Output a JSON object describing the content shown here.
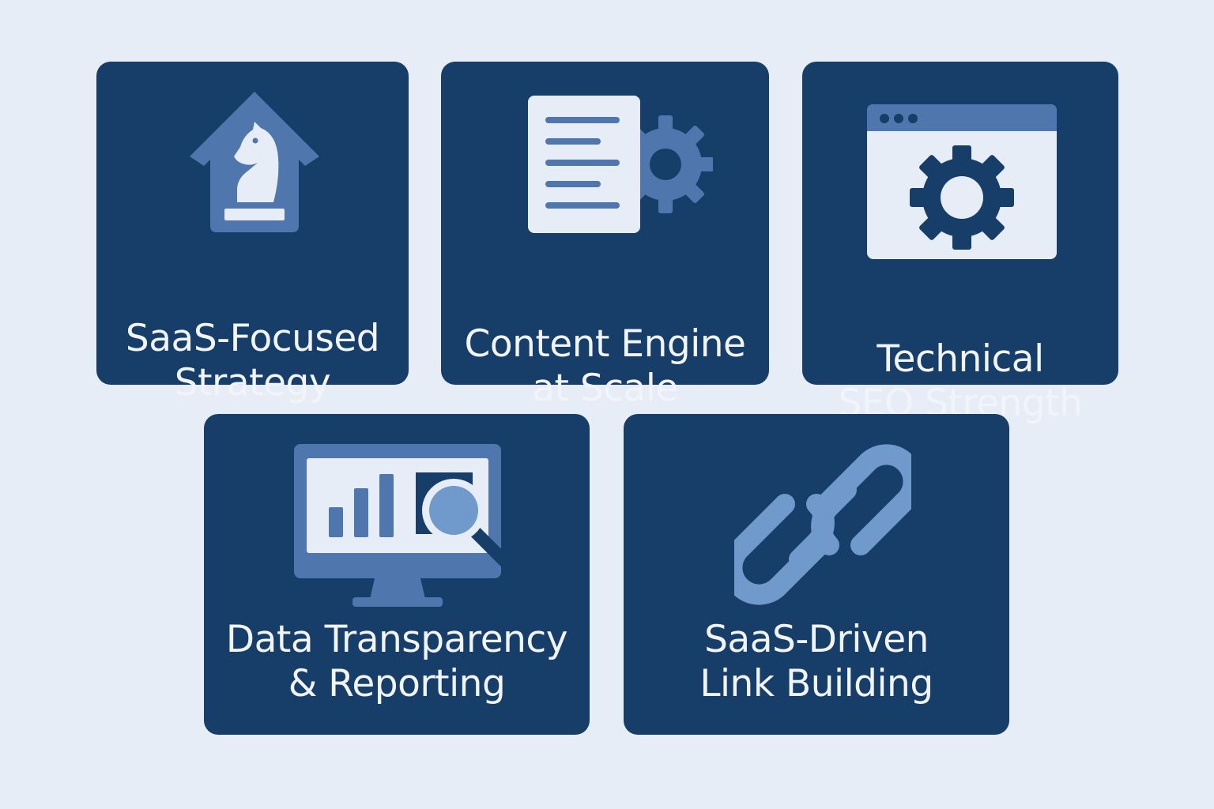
{
  "background_color": "#e6edf6",
  "card_color": "#173d69",
  "icon_colors": {
    "medium": "#4f76ad",
    "light": "#7099cc",
    "pale": "#e6edf6"
  },
  "cards": [
    {
      "icon": "chess-knight-house-icon",
      "title_line1": "SaaS-Focused",
      "title_line2": "Strategy"
    },
    {
      "icon": "document-gear-icon",
      "title_line1": "Content Engine",
      "title_line2": "at Scale"
    },
    {
      "icon": "browser-gear-icon",
      "title_line1": "Technical",
      "title_line2": "SEO Strength"
    },
    {
      "icon": "monitor-chart-magnifier-icon",
      "title_line1": "Data Transparency",
      "title_line2": "& Reporting"
    },
    {
      "icon": "chain-link-icon",
      "title_line1": "SaaS-Driven",
      "title_line2": "Link Building"
    }
  ]
}
